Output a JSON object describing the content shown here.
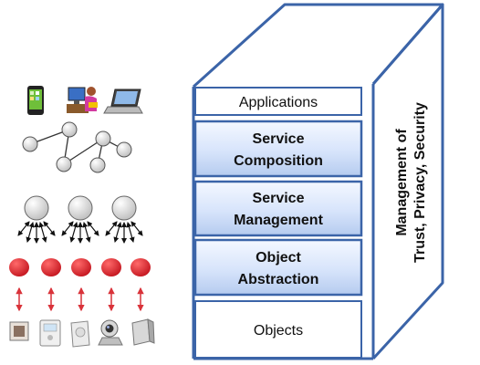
{
  "diagram": {
    "layers": [
      {
        "id": "applications",
        "lines": [
          "Applications"
        ],
        "style": "plain"
      },
      {
        "id": "service-composition",
        "lines": [
          "Service",
          "Composition"
        ],
        "style": "highlight"
      },
      {
        "id": "service-management",
        "lines": [
          "Service",
          "Management"
        ],
        "style": "highlight"
      },
      {
        "id": "object-abstraction",
        "lines": [
          "Object",
          "Abstraction"
        ],
        "style": "highlight"
      },
      {
        "id": "objects",
        "lines": [
          "Objects"
        ],
        "style": "plain"
      }
    ],
    "side_label": {
      "lines": [
        "Management of",
        "Trust, Privacy, Security"
      ]
    },
    "left_icons": {
      "devices": [
        "smartphone-icon",
        "person-at-computer-icon",
        "laptop-icon"
      ],
      "objects": [
        "sensor-icon",
        "thermostat-icon",
        "appliance-icon",
        "webcam-icon",
        "server-box-icon"
      ]
    },
    "colors": {
      "frame_blue": "#3b64a8",
      "layer_highlight_top": "#f2f6ff",
      "layer_highlight_bottom": "#b7cdf0",
      "node_gray": "#d9d9d9",
      "node_red": "#dd1f1f",
      "arrow_red": "#d9333a"
    }
  }
}
